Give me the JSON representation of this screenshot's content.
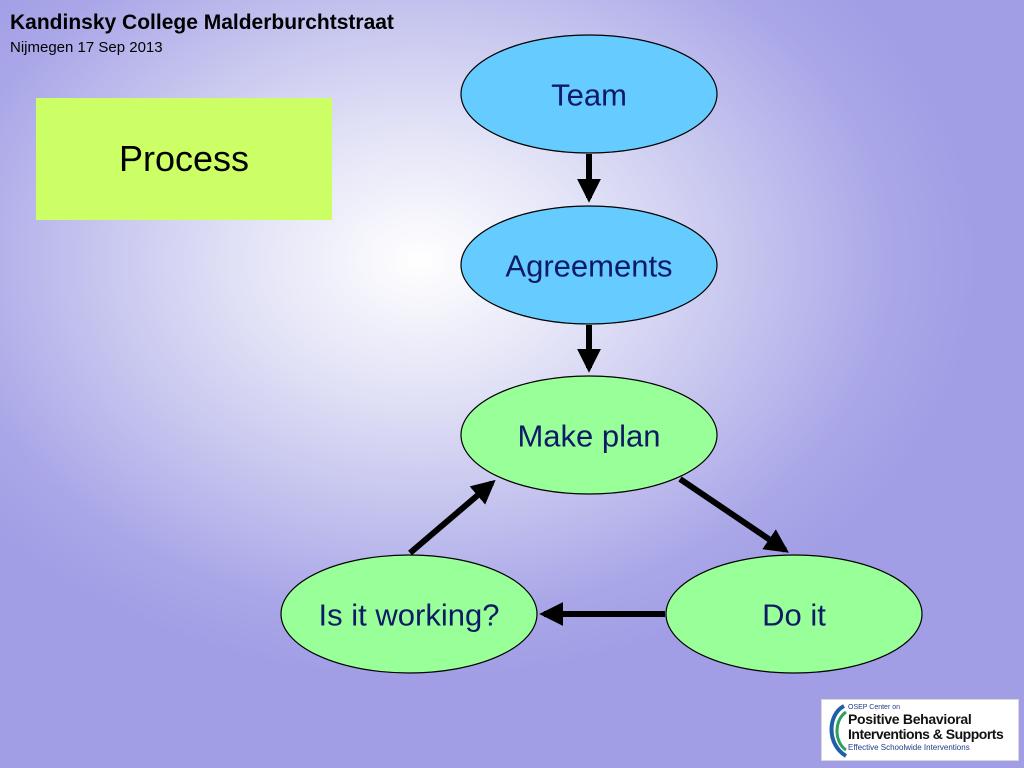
{
  "header": {
    "title": "Kandinsky College Malderburchtstraat",
    "subtitle": "Nijmegen 17 Sep 2013"
  },
  "process_box": {
    "label": "Process",
    "color": "#ccff66"
  },
  "nodes": {
    "team": "Team",
    "agreements": "Agreements",
    "make_plan": "Make plan",
    "do_it": "Do it",
    "is_it_working": "Is it working?"
  },
  "colors": {
    "blue_node": "#66ccff",
    "green_node": "#99ff99",
    "node_text": "#0d1a66",
    "arrow": "#000000"
  },
  "logo": {
    "line1": "OSEP Center on",
    "line2": "Positive Behavioral",
    "line3": "Interventions & Supports",
    "line4": "Effective Schoolwide Interventions",
    "icon": "swoosh-icon"
  }
}
